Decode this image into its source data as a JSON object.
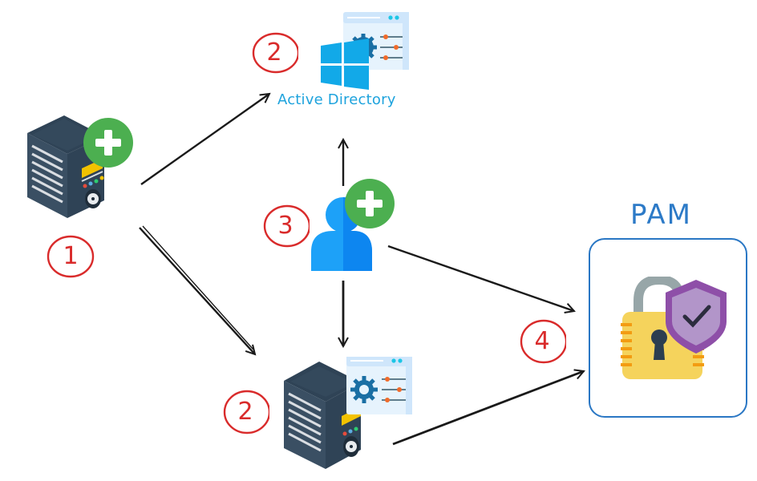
{
  "diagram": {
    "type": "flow",
    "nodes": [
      {
        "id": "new-server",
        "label": "",
        "icon": "server-add-icon",
        "step": "1"
      },
      {
        "id": "active-directory",
        "label": "Active Directory",
        "icon": "windows-settings-icon",
        "step": "2"
      },
      {
        "id": "server-config",
        "label": "",
        "icon": "server-settings-icon",
        "step": "2"
      },
      {
        "id": "new-user",
        "label": "",
        "icon": "user-add-icon",
        "step": "3"
      },
      {
        "id": "pam",
        "label": "PAM",
        "icon": "lock-shield-icon",
        "step": "4"
      }
    ],
    "edges": [
      {
        "from": "new-server",
        "to": "active-directory"
      },
      {
        "from": "new-server",
        "to": "server-config"
      },
      {
        "from": "new-user",
        "to": "active-directory"
      },
      {
        "from": "new-user",
        "to": "server-config"
      },
      {
        "from": "new-user",
        "to": "pam"
      },
      {
        "from": "server-config",
        "to": "pam"
      }
    ]
  },
  "labels": {
    "active_directory": "Active Directory",
    "pam": "PAM"
  },
  "steps": {
    "s1": "1",
    "s2_ad": "2",
    "s2_server": "2",
    "s3": "3",
    "s4": "4"
  },
  "colors": {
    "step_red": "#d92b2b",
    "ad_blue": "#1ea3dd",
    "pam_blue": "#2a77c4",
    "server_dark": "#3a4f63",
    "plus_green": "#4caf50",
    "user_blue": "#1d8ff0",
    "lock_yellow": "#f5d35c",
    "shield_purple": "#8e4fa8"
  }
}
